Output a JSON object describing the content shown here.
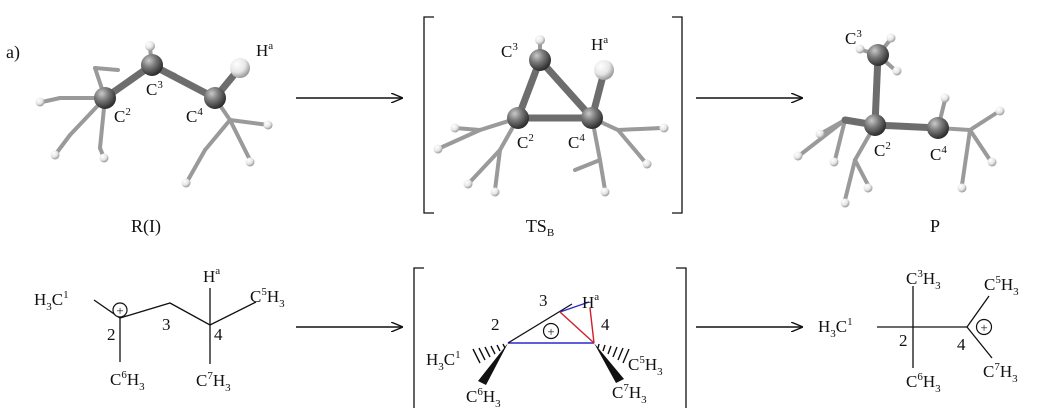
{
  "panel_label": "a)",
  "models": {
    "reactant": {
      "caption": "R(I)",
      "atom_labels": {
        "c2": "C",
        "c2_sup": "2",
        "c3": "C",
        "c3_sup": "3",
        "c4": "C",
        "c4_sup": "4",
        "ha": "H",
        "ha_sup": "a"
      }
    },
    "ts": {
      "caption_main": "TS",
      "caption_sub": "B",
      "atom_labels": {
        "c2": "C",
        "c2_sup": "2",
        "c3": "C",
        "c3_sup": "3",
        "c4": "C",
        "c4_sup": "4",
        "ha": "H",
        "ha_sup": "a"
      }
    },
    "product": {
      "caption": "P",
      "atom_labels": {
        "c2": "C",
        "c2_sup": "2",
        "c3": "C",
        "c3_sup": "3",
        "c4": "C",
        "c4_sup": "4"
      }
    }
  },
  "schemes": {
    "reactant": {
      "h3c1": {
        "a": "H",
        "b": "3",
        "c": "C",
        "d": "1"
      },
      "plus": "+",
      "n2": "2",
      "n3": "3",
      "n4": "4",
      "ha": {
        "h": "H",
        "sup": "a"
      },
      "c5h3": {
        "c": "C",
        "sup": "5",
        "h": "H",
        "sub": "3"
      },
      "c6h3": {
        "c": "C",
        "sup": "6",
        "h": "H",
        "sub": "3"
      },
      "c7h3": {
        "c": "C",
        "sup": "7",
        "h": "H",
        "sub": "3"
      }
    },
    "ts": {
      "n2": "2",
      "n3": "3",
      "n4": "4",
      "plus": "+",
      "ha": {
        "h": "H",
        "sup": "a"
      },
      "h3c1": {
        "a": "H",
        "b": "3",
        "c": "C",
        "d": "1"
      },
      "c5h3": {
        "c": "C",
        "sup": "5",
        "h": "H",
        "sub": "3"
      },
      "c6h3": {
        "c": "C",
        "sup": "6",
        "h": "H",
        "sub": "3"
      },
      "c7h3": {
        "c": "C",
        "sup": "7",
        "h": "H",
        "sub": "3"
      }
    },
    "product": {
      "h3c1": {
        "a": "H",
        "b": "3",
        "c": "C",
        "d": "1"
      },
      "c3h3": {
        "c": "C",
        "sup": "3",
        "h": "H",
        "sub": "3"
      },
      "n2": "2",
      "n4": "4",
      "plus": "+",
      "c5h3": {
        "c": "C",
        "sup": "5",
        "h": "H",
        "sub": "3"
      },
      "c6h3": {
        "c": "C",
        "sup": "6",
        "h": "H",
        "sub": "3"
      },
      "c7h3": {
        "c": "C",
        "sup": "7",
        "h": "H",
        "sub": "3"
      }
    }
  },
  "colors": {
    "ts_blue_bond": "#2a2acf",
    "ts_red_bond": "#d0202a",
    "atom_grey": "#6d6d6d",
    "hydrogen": "#f2f2f2"
  }
}
